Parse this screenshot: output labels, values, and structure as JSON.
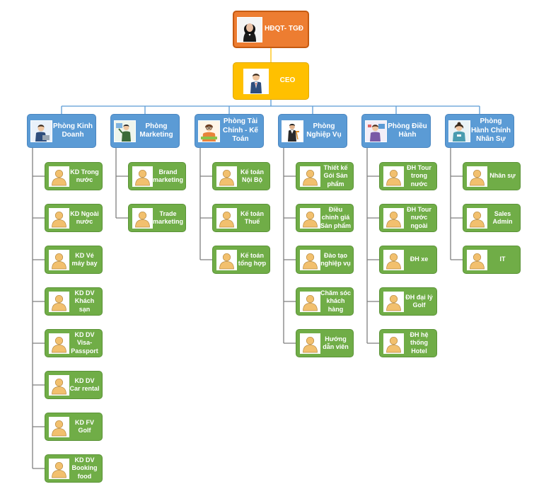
{
  "org_chart": {
    "root": {
      "label": "HĐQT- TGĐ",
      "avatar": "woman-executive-icon"
    },
    "ceo": {
      "label": "CEO",
      "avatar": "businessman-icon"
    },
    "departments": [
      {
        "label": "Phòng Kinh Doanh",
        "avatar": "office-worker-icon",
        "units": [
          "KD Trong nước",
          "KD Ngoài nước",
          "KD Vé máy bay",
          "KD DV Khách sạn",
          "KD DV Visa-Passport",
          "KD DV Car rental",
          "KD FV Golf",
          "KD DV Booking food"
        ]
      },
      {
        "label": "Phòng Marketing",
        "avatar": "presenter-icon",
        "units": [
          "Brand marketing",
          "Trade marketing"
        ]
      },
      {
        "label": "Phòng Tài Chính - Kế Toán",
        "avatar": "accountant-icon",
        "units": [
          "Kế toán Nội Bộ",
          "Kế toán Thuế",
          "Kế toán tổng hợp"
        ]
      },
      {
        "label": "Phòng Nghiệp Vụ",
        "avatar": "waiter-icon",
        "units": [
          "Thiết kế Gói Sản phẩm",
          "Điều chỉnh giá Sản phẩm",
          "Đào tạo nghiệp vụ",
          "Chăm sóc khách hàng",
          "Hướng dẫn viên"
        ]
      },
      {
        "label": "Phòng Điều Hành",
        "avatar": "operator-icon",
        "units": [
          "ĐH Tour trong nước",
          "ĐH Tour nước ngoài",
          "ĐH xe",
          "ĐH đại lý Golf",
          "ĐH hệ thống Hotel"
        ]
      },
      {
        "label": "Phòng Hành Chính Nhân Sự",
        "avatar": "hr-staff-icon",
        "units": [
          "Nhân sự",
          "Sales Admin",
          "IT"
        ]
      }
    ],
    "colors": {
      "root": "#ED7D31",
      "ceo": "#FFC000",
      "department": "#5B9BD5",
      "unit": "#70AD47",
      "connector": "#5B9BD5",
      "root_connector": "#FFC000",
      "placeholder_avatar": "#F2C06E"
    },
    "unit_avatar": "person-placeholder-icon"
  }
}
